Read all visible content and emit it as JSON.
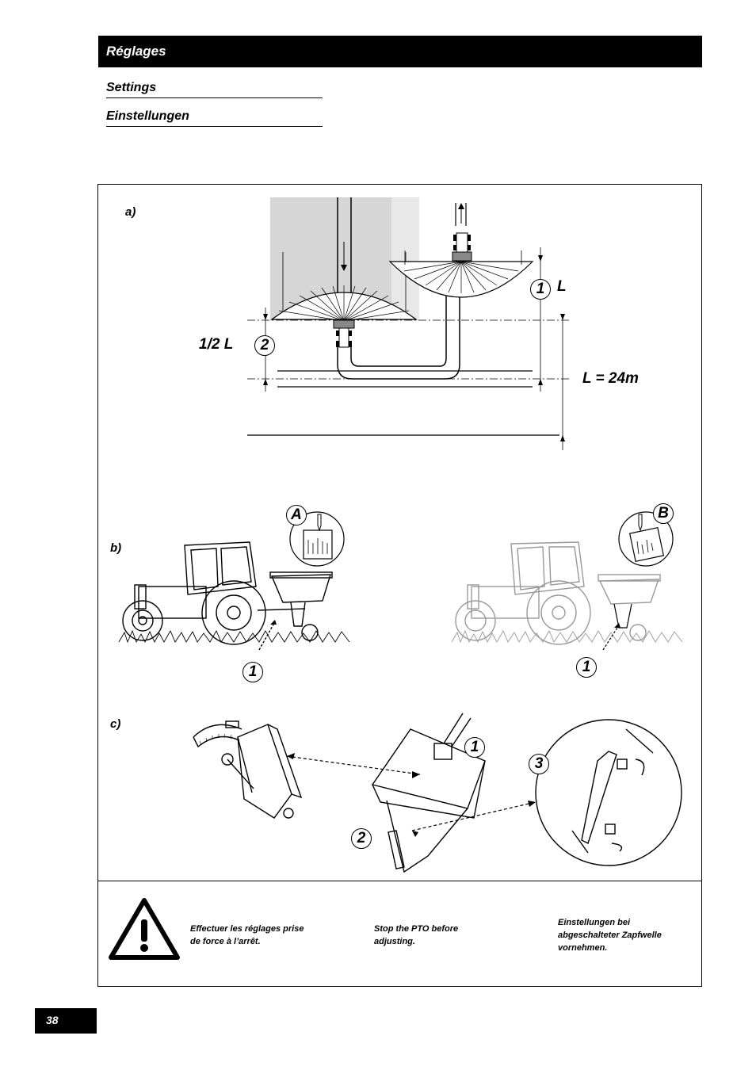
{
  "header": {
    "title": "Réglages"
  },
  "subtitles": {
    "en": "Settings",
    "de": "Einstellungen"
  },
  "figure_a": {
    "label": "a)",
    "marker_1": "1",
    "marker_2": "2",
    "L_label": "L",
    "half_L_label": "1/2 L",
    "L_value_label": "L = 24m"
  },
  "figure_b": {
    "label": "b)",
    "left_variant": "A",
    "right_variant": "B",
    "left_marker": "1",
    "right_marker": "1"
  },
  "figure_c": {
    "label": "c)",
    "marker_1": "1",
    "marker_2": "2",
    "marker_3": "3"
  },
  "warning": {
    "icon": "warning-triangle-icon",
    "fr_line1": "Effectuer les réglages prise",
    "fr_line2": "de force à l’arrêt.",
    "en_line1": "Stop the PTO before",
    "en_line2": "adjusting.",
    "de_line1": "Einstellungen bei",
    "de_line2": "abgeschalteter Zapfwelle",
    "de_line3": "vornehmen."
  },
  "footer": {
    "page_number": "38"
  }
}
